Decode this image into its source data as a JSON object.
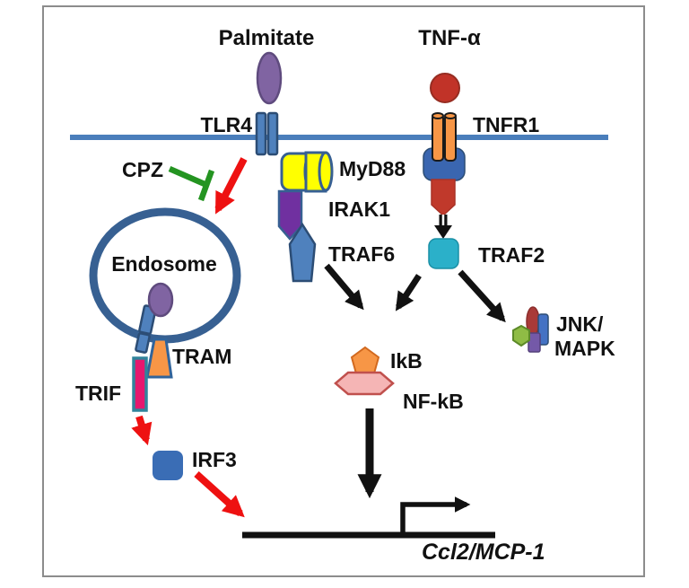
{
  "figure": {
    "type": "signaling-pathway-diagram",
    "labels": {
      "palmitate": "Palmitate",
      "tnf_alpha": "TNF-α",
      "tlr4": "TLR4",
      "tnfr1": "TNFR1",
      "cpz": "CPZ",
      "endosome": "Endosome",
      "myd88": "MyD88",
      "irak1": "IRAK1",
      "traf6": "TRAF6",
      "traf2": "TRAF2",
      "tram": "TRAM",
      "trif": "TRIF",
      "irf3": "IRF3",
      "jnk": "JNK/",
      "mapk": "MAPK",
      "ikb": "IkB",
      "nfkb": "NF-kB",
      "gene": "Ccl2/MCP-1"
    },
    "colors": {
      "membrane_blue": "#4a7ebb",
      "receptor_blue": "#4f81bd",
      "endosome_outline": "#376092",
      "myd88_yellow": "#ffff00",
      "irak1_purple": "#7030a0",
      "ligand_purple": "#8064a2",
      "orange": "#f79646",
      "tnf_red": "#c13328",
      "traf2_cyan": "#2bb0c9",
      "trif_magenta": "#e6176e",
      "nfkb_pink": "#f5b5b5",
      "jnk_green": "#8fbc45",
      "activation_red_arrow": "#ee1111",
      "inhibition_green": "#249421",
      "arrow_black": "#111111",
      "frame_gray": "#8c8c8c"
    }
  }
}
